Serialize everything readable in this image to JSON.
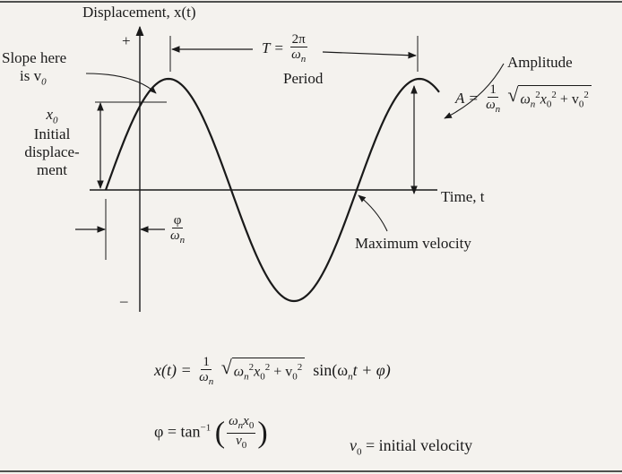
{
  "axes": {
    "y_title": "Displacement, x(t)",
    "x_title": "Time, t",
    "plus_sign": "+",
    "minus_sign": "–"
  },
  "labels": {
    "slope_line1": "Slope here",
    "slope_line2": "is v",
    "slope_sub": "0",
    "x0_symbol": "x",
    "x0_sub": "0",
    "initial_line1": "Initial",
    "initial_line2": "displace-",
    "initial_line3": "ment",
    "period_T": "T =",
    "period_num": "2π",
    "period_den": "ω",
    "period_den_sub": "n",
    "period_word": "Period",
    "amplitude_word": "Amplitude",
    "amp_A": "A =",
    "amp_num": "1",
    "amp_den": "ω",
    "amp_den_sub": "n",
    "amp_radicand": "ω",
    "amp_radicand_rest": "x",
    "amp_plus": "+ v",
    "phase_num": "φ",
    "phase_den": "ω",
    "phase_den_sub": "n",
    "max_velocity": "Maximum velocity"
  },
  "equations": {
    "eq1_lhs": "x(t) =",
    "eq1_frac_num": "1",
    "eq1_frac_den": "ω",
    "eq1_frac_den_sub": "n",
    "eq1_radicand": "ω",
    "eq1_radicand_rest": "x",
    "eq1_plus": "+ v",
    "eq1_sin": "sin(ω",
    "eq1_sin_rest": "t + φ)",
    "eq2_lhs": "φ = tan",
    "eq2_exp": "−1",
    "eq2_num": "ω",
    "eq2_num_rest": "x",
    "eq2_den": "v",
    "v0_def": "v",
    "v0_def_rest": "= initial velocity"
  },
  "colors": {
    "ink": "#1a1a1a",
    "paper": "#f4f2ee"
  }
}
